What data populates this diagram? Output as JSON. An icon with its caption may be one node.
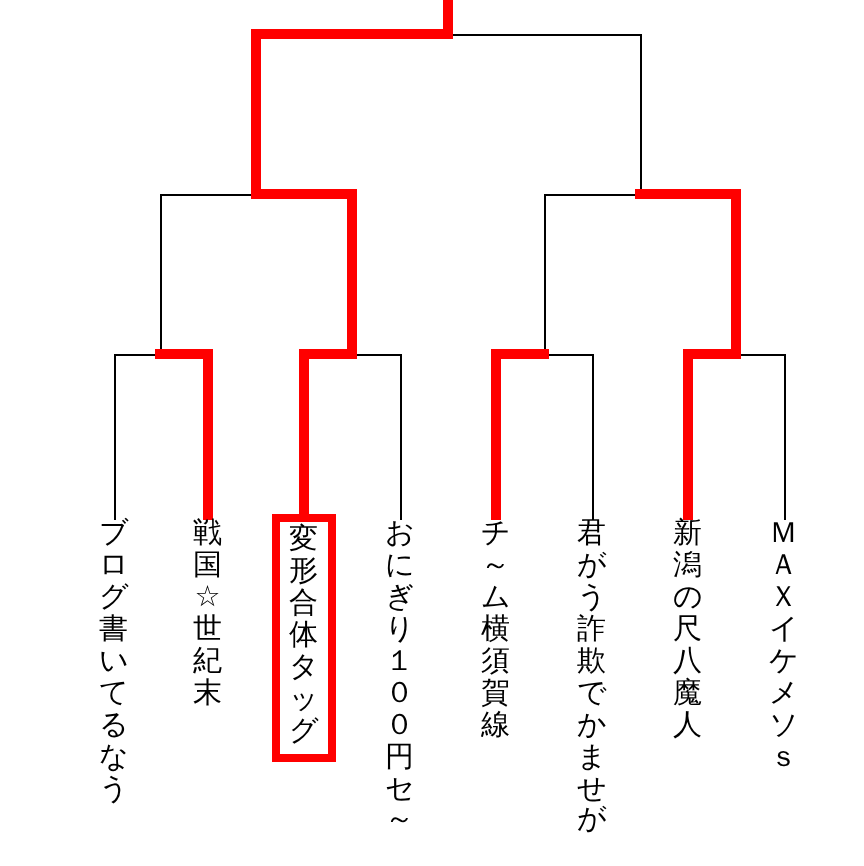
{
  "diagram": {
    "nodes": [
      {
        "text": [
          "ブログ書いてるなう"
        ]
      },
      {
        "text": [
          "戦国☆世紀末"
        ]
      },
      {
        "text": [
          "変形合体タッグ"
        ]
      },
      {
        "text": [
          "おにぎり１００円セ～"
        ]
      },
      {
        "text": [
          "チ～ム横須賀線"
        ]
      },
      {
        "text": [
          "君がう詐欺でかませが"
        ]
      },
      {
        "text": [
          "新潟の尺八魔人"
        ]
      },
      {
        "text": [
          "ＭＡＸイケメソｓ"
        ]
      }
    ],
    "edges": [
      {
        "from": 0,
        "to": null,
        "arrow": "none"
      },
      {
        "from": 1,
        "to": null,
        "arrow": "none",
        "style": "thick",
        "color": "#ff0000"
      },
      {
        "from": 2,
        "to": null,
        "arrow": "none",
        "style": "thick",
        "color": "#ff0000"
      },
      {
        "from": 3,
        "to": null,
        "arrow": "none"
      },
      {
        "from": 4,
        "to": null,
        "arrow": "none",
        "style": "thick",
        "color": "#ff0000"
      },
      {
        "from": 5,
        "to": null,
        "arrow": "none"
      },
      {
        "from": 6,
        "to": null,
        "arrow": "none",
        "style": "thick",
        "color": "#ff0000"
      },
      {
        "from": 7,
        "to": null,
        "arrow": "none"
      }
    ]
  }
}
